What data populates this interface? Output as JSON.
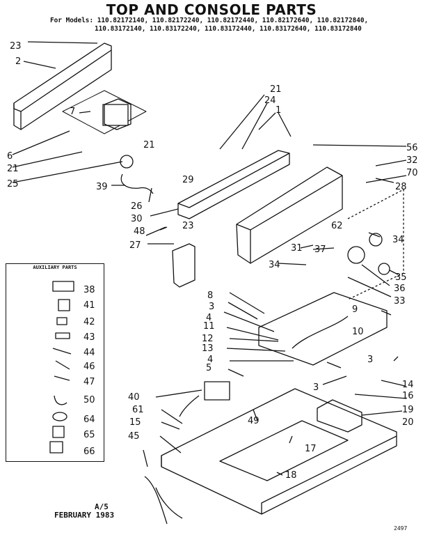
{
  "title": "TOP AND CONSOLE PARTS",
  "models_line1": "For Models: 110.82172140, 110.82172240, 110.82172440, 110.82172640, 110.82172840,",
  "models_line2": "110.83172140, 110.83172240, 110.83172440, 110.83172640, 110.83172840",
  "accessory_title": "AUXILIARY PARTS",
  "footer_rev": "A/5",
  "footer_date": "FEBRUARY 1983",
  "corner_code": "2497",
  "callouts": [
    "23",
    "2",
    "7",
    "6",
    "21",
    "25",
    "21",
    "29",
    "39",
    "26",
    "30",
    "23",
    "48",
    "27",
    "21",
    "24",
    "1",
    "56",
    "32",
    "70",
    "28",
    "62",
    "34",
    "31",
    "37",
    "34",
    "35",
    "36",
    "33",
    "8",
    "3",
    "9",
    "4",
    "10",
    "11",
    "12",
    "13",
    "4",
    "3",
    "5",
    "14",
    "3",
    "16",
    "19",
    "20",
    "40",
    "61",
    "49",
    "15",
    "17",
    "45",
    "18",
    "38",
    "41",
    "42",
    "43",
    "44",
    "46",
    "47",
    "50",
    "64",
    "65",
    "66"
  ]
}
